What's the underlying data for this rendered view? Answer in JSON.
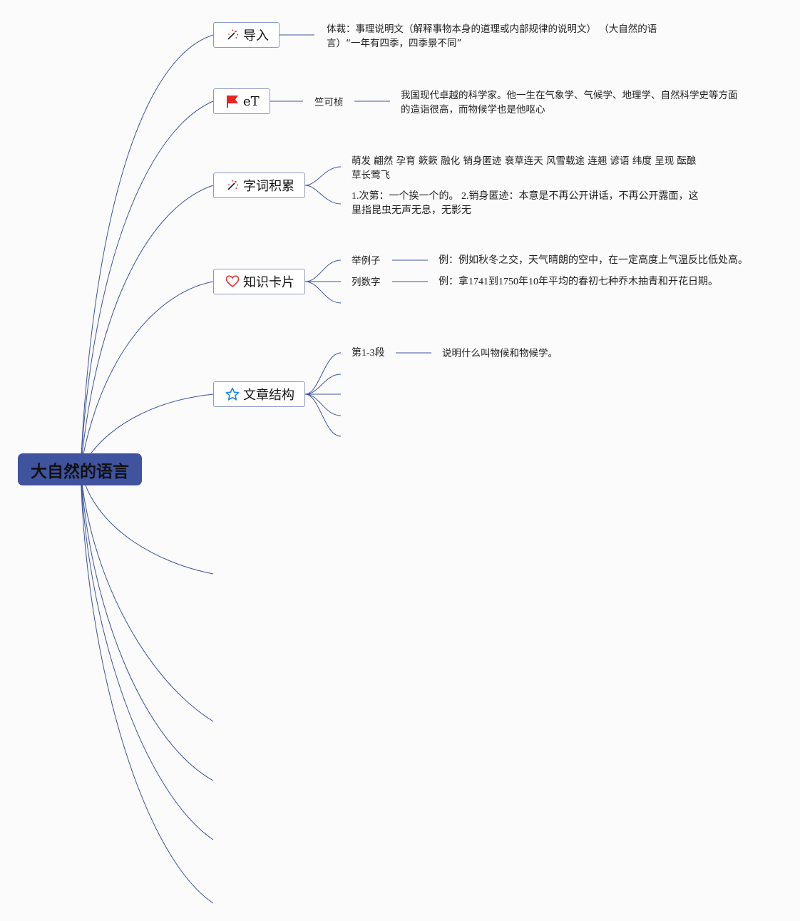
{
  "root": {
    "title": "大自然的语言"
  },
  "topics": [
    {
      "id": "intro",
      "label": "导入",
      "icon": "magic-wand-icon",
      "notes": [
        "体裁：事理说明文（解释事物本身的道理或内部规律的说明文）   （大自然的语",
        "言）“一年有四季，四季景不同”"
      ]
    },
    {
      "id": "author",
      "label": "eT",
      "icon": "red-flag-icon",
      "sub": "竺可桢",
      "notes": [
        "我国现代卓越的科学家。他一生在气象学、气候学、地理学、自然科学史等方面",
        "的造诣很高，而物候学也是他呕心"
      ]
    },
    {
      "id": "vocab",
      "label": "字词积累",
      "icon": "magic-wand-icon",
      "items": [
        [
          "萌发 翩然 孕育 簌簌 融化 销身匿迹 衰草连天 风雪载途 连翘 谚语 纬度 呈现 酝酿",
          "草长莺飞"
        ],
        [
          "1.次第：一个挨一个的。 2.销身匿迹：本意是不再公开讲话，不再公开露面，这",
          "里指昆虫无声无息，无影无"
        ]
      ]
    },
    {
      "id": "cards",
      "label": "知识卡片",
      "icon": "heart-icon",
      "items": [
        {
          "label": "举例子",
          "detail": "例：例如秋冬之交，天气晴朗的空中，在一定高度上气温反比低处高。"
        },
        {
          "label": "列数字",
          "detail": "例：拿1741到1750年10年平均的春初七种乔木抽青和开花日期。"
        }
      ]
    },
    {
      "id": "structure",
      "label": "文章结构",
      "icon": "star-icon",
      "items": [
        {
          "label": "第1-3段",
          "detail": "说明什么叫物候和物候学。"
        }
      ]
    }
  ],
  "colors": {
    "line": "#3f539e",
    "root_bg": "#3f539e",
    "node_border": "#8d98c4",
    "flag": "#e8271e",
    "accent": "#e53935"
  }
}
